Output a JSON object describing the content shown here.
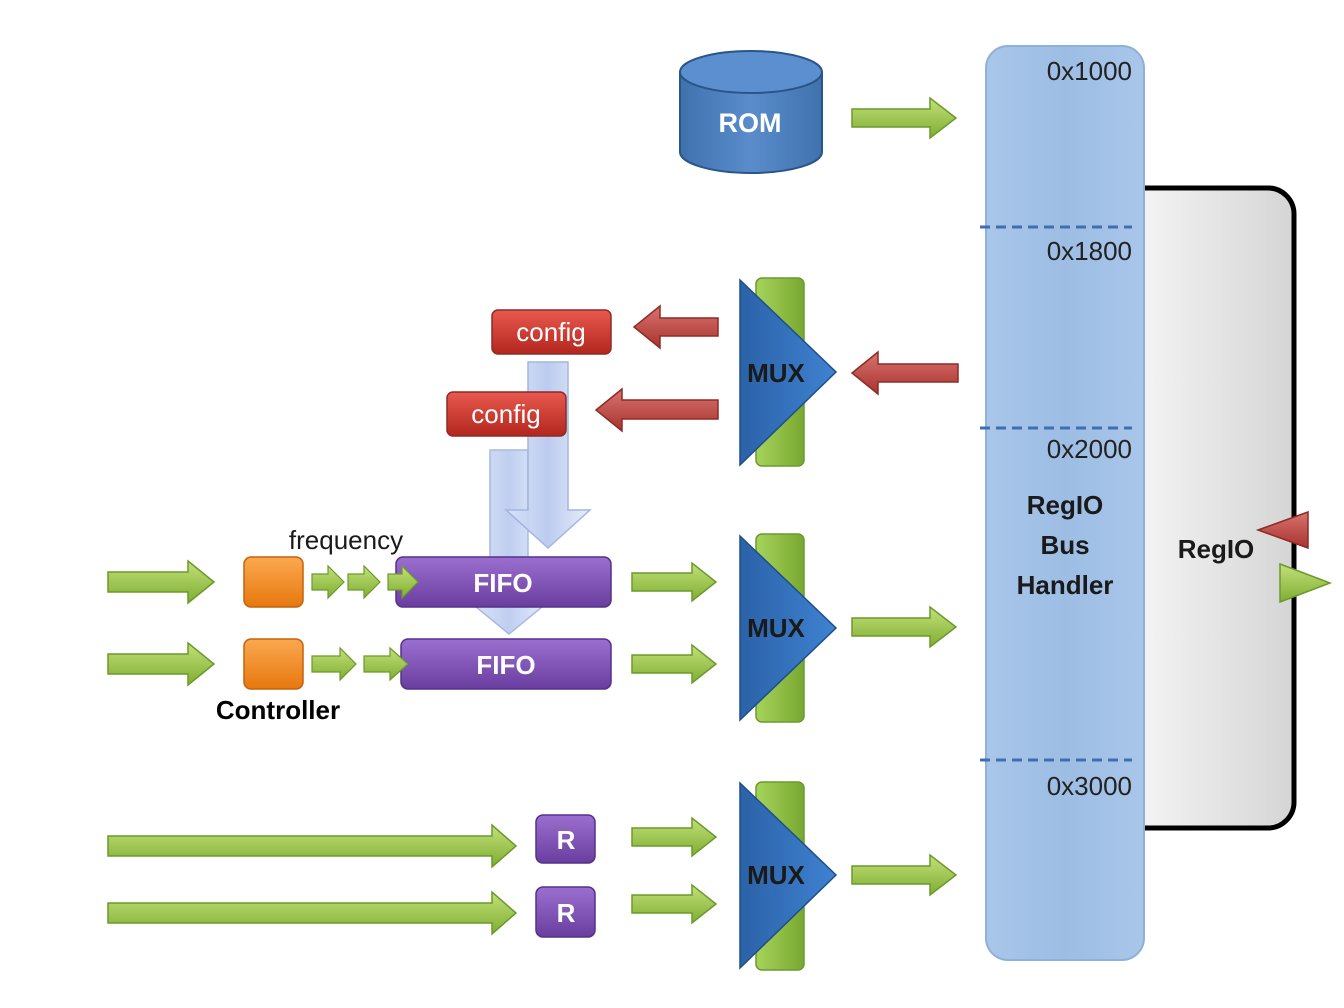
{
  "rom": {
    "label": "ROM"
  },
  "bus_handler": {
    "label_lines": [
      "RegIO",
      "Bus",
      "Handler"
    ],
    "addresses": [
      "0x1000",
      "0x1800",
      "0x2000",
      "0x3000"
    ]
  },
  "regio": {
    "label": "RegIO"
  },
  "mux": {
    "label": "MUX"
  },
  "config_blocks": [
    "config",
    "config"
  ],
  "fifo_blocks": [
    "FIFO",
    "FIFO"
  ],
  "register_blocks": [
    "R",
    "R"
  ],
  "labels": {
    "frequency": "frequency",
    "controller": "Controller"
  },
  "colors": {
    "bus": "#a4c2e6",
    "regio_panel": "#d9d9d9",
    "rom": "#4f81bd",
    "mux_triangle": "#2f6fba",
    "mux_bar": "#8dbf3e",
    "config": "#c0392b",
    "fifo": "#7b4fb0",
    "controller": "#f28a1e",
    "arrow_green": "#9bc146",
    "arrow_red": "#c0504d"
  }
}
